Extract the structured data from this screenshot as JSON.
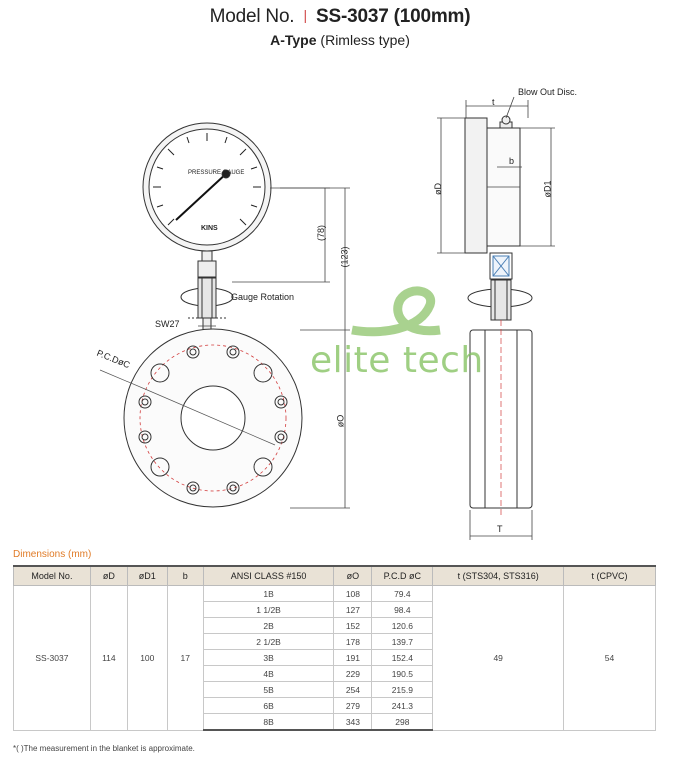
{
  "header": {
    "model_prefix": "Model No.",
    "separator": "|",
    "model_code": "SS-3037 (100mm)",
    "type_bold": "A-Type",
    "type_rest": " (Rimless type)"
  },
  "drawing": {
    "dial_text": "PRESSURE GAUGE",
    "dial_brand": "KINS",
    "dim_78": "(78)",
    "dim_123": "(123)",
    "gauge_rotation": "Gauge Rotation",
    "sw27": "SW27",
    "pcd_label": "P.C.DøC",
    "dim_o": "øO",
    "blow_out": "Blow Out Disc.",
    "dim_t_top": "t",
    "dim_b": "b",
    "dim_d": "øD",
    "dim_d1": "øD1",
    "dim_t_bottom": "T"
  },
  "watermark": "elite tech",
  "dimensions": {
    "title": "Dimensions (mm)",
    "headers": [
      "Model No.",
      "øD",
      "øD1",
      "b",
      "ANSI CLASS #150",
      "øO",
      "P.C.D øC",
      "t (STS304, STS316)",
      "t (CPVC)"
    ],
    "model": "SS-3037",
    "d": "114",
    "d1": "100",
    "b": "17",
    "t_sts": "49",
    "t_cpvc": "54",
    "rows": [
      {
        "ansi": "1B",
        "o": "108",
        "pcd": "79.4"
      },
      {
        "ansi": "1 1/2B",
        "o": "127",
        "pcd": "98.4"
      },
      {
        "ansi": "2B",
        "o": "152",
        "pcd": "120.6"
      },
      {
        "ansi": "2 1/2B",
        "o": "178",
        "pcd": "139.7"
      },
      {
        "ansi": "3B",
        "o": "191",
        "pcd": "152.4"
      },
      {
        "ansi": "4B",
        "o": "229",
        "pcd": "190.5"
      },
      {
        "ansi": "5B",
        "o": "254",
        "pcd": "215.9"
      },
      {
        "ansi": "6B",
        "o": "279",
        "pcd": "241.3"
      },
      {
        "ansi": "8B",
        "o": "343",
        "pcd": "298"
      }
    ]
  },
  "footnote": "*( )The measurement in the blanket is approximate."
}
